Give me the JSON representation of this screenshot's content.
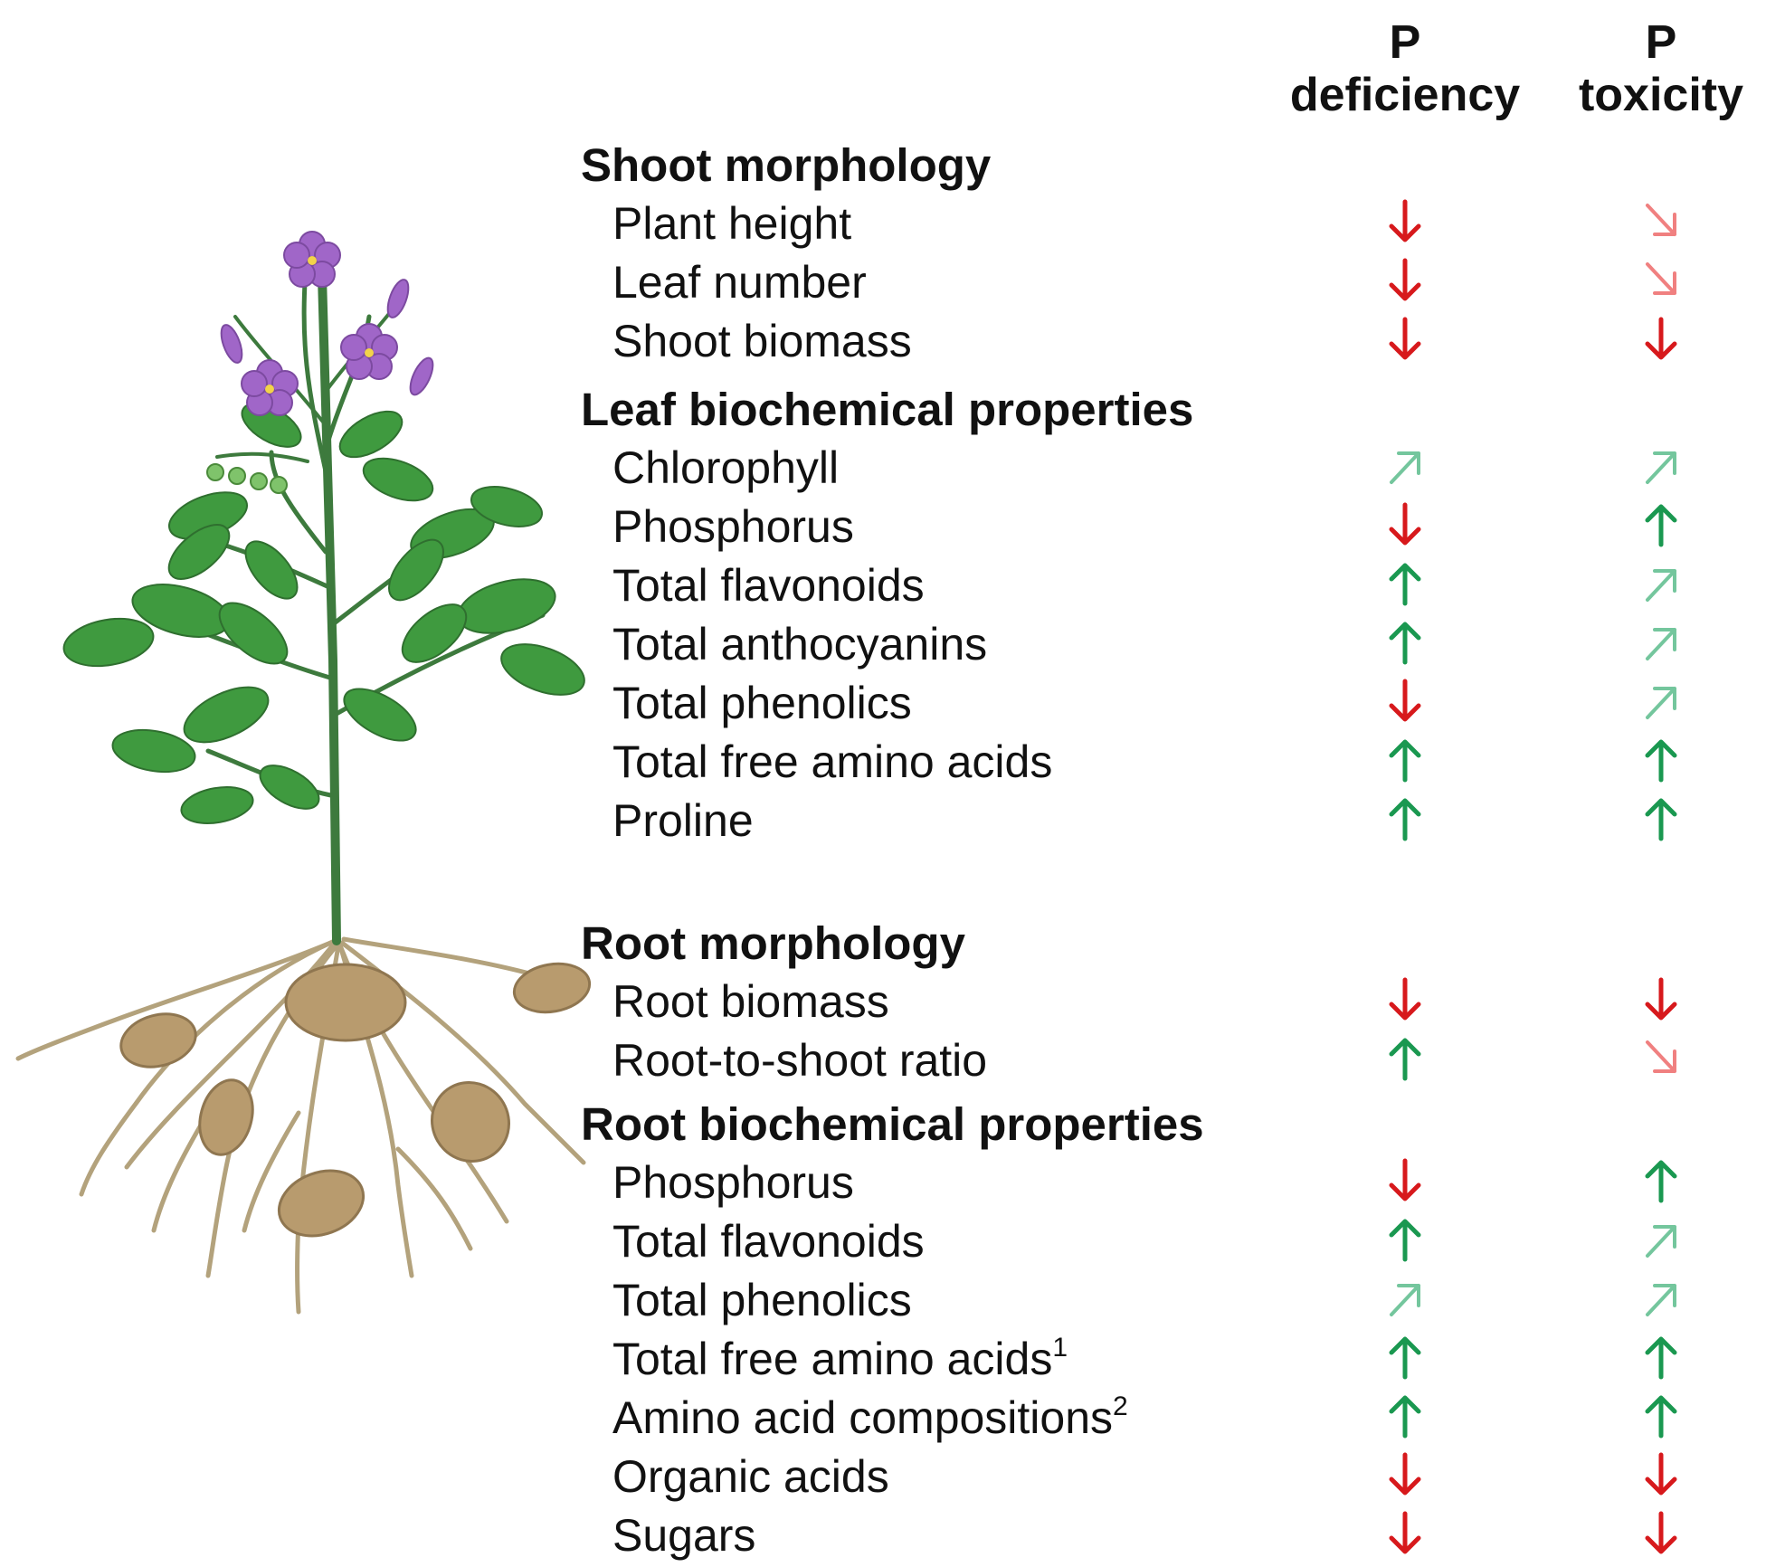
{
  "columns": [
    {
      "line1": "P",
      "line2": "deficiency"
    },
    {
      "line1": "P",
      "line2": "toxicity"
    }
  ],
  "sections": [
    {
      "title": "Shoot morphology",
      "rows": [
        {
          "label": "Plant height",
          "sup": "",
          "deficiency": "down",
          "toxicity": "down-slight"
        },
        {
          "label": "Leaf number",
          "sup": "",
          "deficiency": "down",
          "toxicity": "down-slight"
        },
        {
          "label": "Shoot biomass",
          "sup": "",
          "deficiency": "down",
          "toxicity": "down"
        }
      ]
    },
    {
      "title": "Leaf biochemical properties",
      "rows": [
        {
          "label": "Chlorophyll",
          "sup": "",
          "deficiency": "up-slight",
          "toxicity": "up-slight"
        },
        {
          "label": "Phosphorus",
          "sup": "",
          "deficiency": "down",
          "toxicity": "up"
        },
        {
          "label": "Total flavonoids",
          "sup": "",
          "deficiency": "up",
          "toxicity": "up-slight"
        },
        {
          "label": "Total anthocyanins",
          "sup": "",
          "deficiency": "up",
          "toxicity": "up-slight"
        },
        {
          "label": "Total phenolics",
          "sup": "",
          "deficiency": "down",
          "toxicity": "up-slight"
        },
        {
          "label": "Total free amino acids",
          "sup": "",
          "deficiency": "up",
          "toxicity": "up"
        },
        {
          "label": "Proline",
          "sup": "",
          "deficiency": "up",
          "toxicity": "up"
        }
      ]
    },
    {
      "title": "Root morphology",
      "rows": [
        {
          "label": "Root biomass",
          "sup": "",
          "deficiency": "down",
          "toxicity": "down"
        },
        {
          "label": "Root-to-shoot ratio",
          "sup": "",
          "deficiency": "up",
          "toxicity": "down-slight"
        }
      ]
    },
    {
      "title": "Root biochemical properties",
      "rows": [
        {
          "label": "Phosphorus",
          "sup": "",
          "deficiency": "down",
          "toxicity": "up"
        },
        {
          "label": "Total flavonoids",
          "sup": "",
          "deficiency": "up",
          "toxicity": "up-slight"
        },
        {
          "label": "Total phenolics",
          "sup": "",
          "deficiency": "up-slight",
          "toxicity": "up-slight"
        },
        {
          "label": "Total free amino acids",
          "sup": "1",
          "deficiency": "up",
          "toxicity": "up"
        },
        {
          "label": "Amino acid compositions",
          "sup": "2",
          "deficiency": "up",
          "toxicity": "up"
        },
        {
          "label": "Organic acids",
          "sup": "",
          "deficiency": "down",
          "toxicity": "down"
        },
        {
          "label": "Sugars",
          "sup": "",
          "deficiency": "down",
          "toxicity": "down"
        }
      ]
    }
  ],
  "colors": {
    "down": "#d7191c",
    "down_slight": "#f08080",
    "up": "#1a9850",
    "up_slight": "#74c69d",
    "flower": "#a066c8",
    "leaf": "#3f9a3f",
    "stem": "#3d7a3d",
    "tuber": "#b89b6e",
    "root": "#b3a27c"
  }
}
